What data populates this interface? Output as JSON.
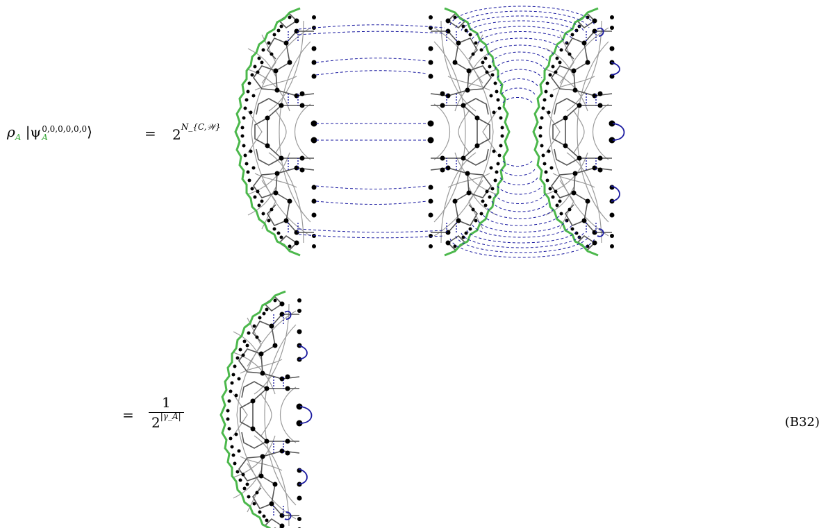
{
  "equation": {
    "lhs": {
      "rho": "ρ",
      "rho_sub": "A",
      "ket_open": "|ψ",
      "ket_sup": "0,0,0,0,0,0",
      "ket_sub": "A",
      "ket_close": "⟩"
    },
    "eq1": "=",
    "coef1_base": "2",
    "coef1_exp": "N_{C,𝒲}",
    "eq2": "=",
    "frac_num": "1",
    "frac_den_base": "2",
    "frac_den_exp": "|γ_A|",
    "label": "(B32)"
  },
  "colors": {
    "boundary": "#4cb84c",
    "contraction": "#1a1aa0",
    "lattice": "#999999",
    "cells": "#555555",
    "nodes": "#000000"
  }
}
